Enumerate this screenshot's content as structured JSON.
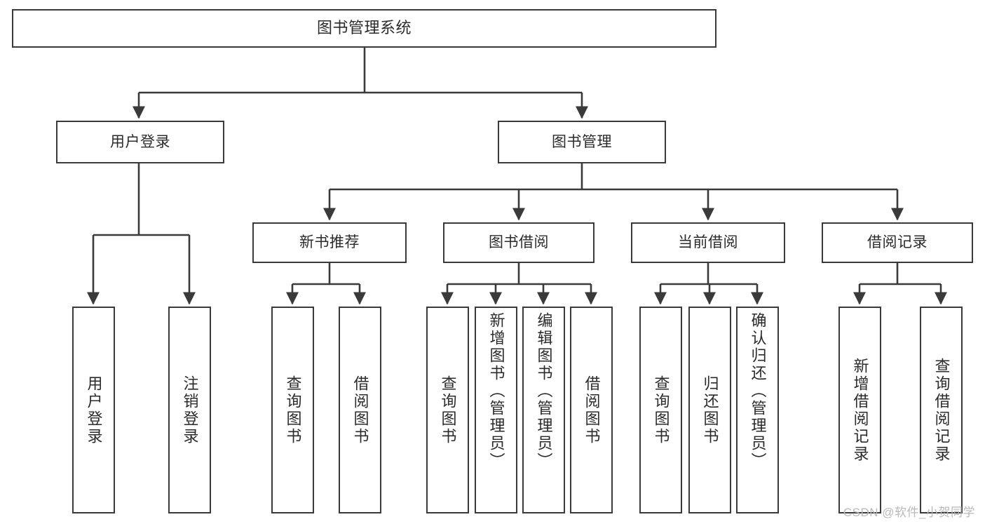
{
  "diagram": {
    "type": "tree",
    "title": "图书管理系统",
    "watermark": "CSDN @软件_小贺同学",
    "colors": {
      "box_border": "#3a3a3a",
      "box_fill": "#ffffff",
      "line": "#3a3a3a",
      "text": "#2b2b2b",
      "watermark": "#b9b9b9",
      "background": "#ffffff"
    },
    "nodes": {
      "root": {
        "label": "图书管理系统"
      },
      "level1": [
        {
          "id": "user-login",
          "label": "用户登录"
        },
        {
          "id": "book-manage",
          "label": "图书管理"
        }
      ],
      "level2": [
        {
          "id": "new-book-rec",
          "label": "新书推荐"
        },
        {
          "id": "book-borrow",
          "label": "图书借阅"
        },
        {
          "id": "current-borrow",
          "label": "当前借阅"
        },
        {
          "id": "borrow-record",
          "label": "借阅记录"
        }
      ],
      "leaves": [
        {
          "id": "leaf-user-login",
          "label": "用户登录",
          "parent": "user-login"
        },
        {
          "id": "leaf-user-logout",
          "label": "注销登录",
          "parent": "user-login"
        },
        {
          "id": "leaf-query-book-1",
          "label": "查询图书",
          "parent": "new-book-rec"
        },
        {
          "id": "leaf-borrow-book-1",
          "label": "借阅图书",
          "parent": "new-book-rec"
        },
        {
          "id": "leaf-query-book-2",
          "label": "查询图书",
          "parent": "book-borrow"
        },
        {
          "id": "leaf-add-book",
          "label": "新增图书（管理员）",
          "parent": "book-borrow"
        },
        {
          "id": "leaf-edit-book",
          "label": "编辑图书（管理员）",
          "parent": "book-borrow"
        },
        {
          "id": "leaf-borrow-book-2",
          "label": "借阅图书",
          "parent": "book-borrow"
        },
        {
          "id": "leaf-query-book-3",
          "label": "查询图书",
          "parent": "current-borrow"
        },
        {
          "id": "leaf-return-book",
          "label": "归还图书",
          "parent": "current-borrow"
        },
        {
          "id": "leaf-confirm-return",
          "label": "确认归还（管理员）",
          "parent": "current-borrow"
        },
        {
          "id": "leaf-add-record",
          "label": "新增借阅记录",
          "parent": "borrow-record"
        },
        {
          "id": "leaf-query-record",
          "label": "查询借阅记录",
          "parent": "borrow-record"
        }
      ]
    }
  }
}
